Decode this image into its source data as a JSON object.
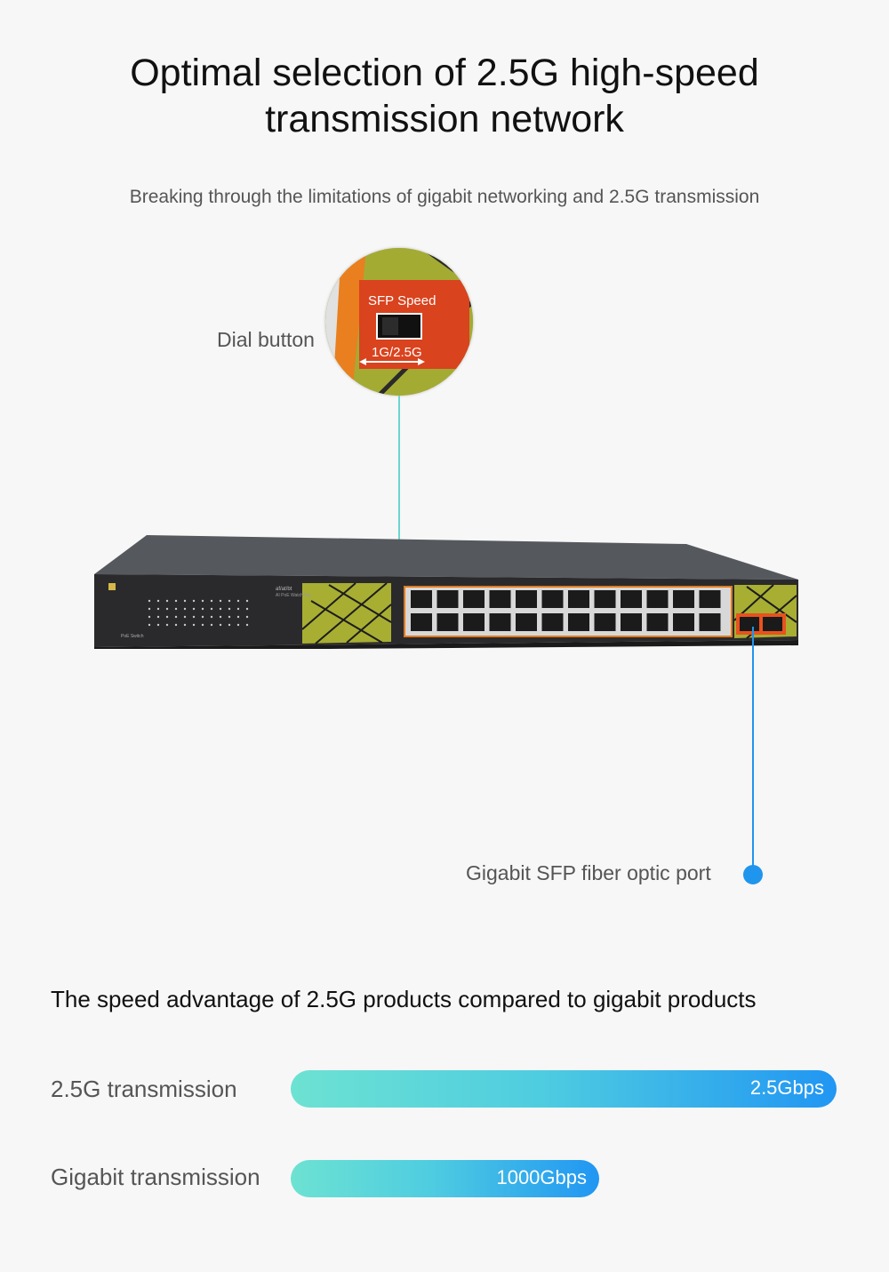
{
  "header": {
    "title_line1": "Optimal selection of 2.5G high-speed",
    "title_line2": "transmission network",
    "subtitle": "Breaking through the limitations of gigabit networking and 2.5G transmission"
  },
  "callouts": {
    "dial_button": "Dial button",
    "sfp_port": "Gigabit SFP fiber optic port"
  },
  "zoom": {
    "switch_title": "SFP Speed",
    "switch_values": "1G/2.5G"
  },
  "device": {
    "model_text": "af/at/bt",
    "model_subtext": "AI PoE Watchdog",
    "footer_text": "PoE Switch"
  },
  "comparison": {
    "heading": "The speed advantage of 2.5G products compared to gigabit products",
    "bars": [
      {
        "label": "2.5G transmission",
        "value_text": "2.5Gbps",
        "fraction": 1.0
      },
      {
        "label": "Gigabit transmission",
        "value_text": "1000Gbps",
        "fraction": 0.565
      }
    ]
  },
  "colors": {
    "bar_start": "#6de2d2",
    "bar_end": "#2196f3",
    "dial_line": "#6cd6d0",
    "sfp_line": "#1f95ee",
    "panel_accent": "#a8ae32",
    "sfp_highlight": "#e8521e"
  }
}
